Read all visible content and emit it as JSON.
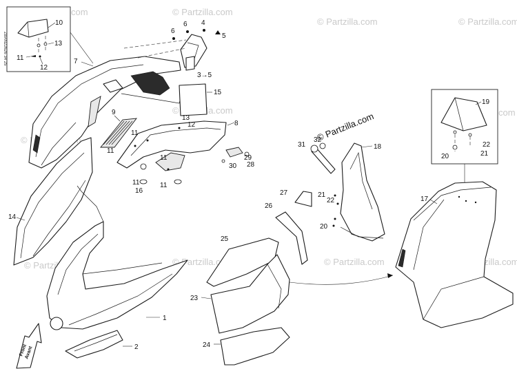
{
  "figure": {
    "code": "ZBAN22626 34 25",
    "front_label_line1": "Front",
    "front_label_line2": "Avant"
  },
  "watermark": {
    "brand": "© Partzilla.com",
    "center": "© Partzilla.com"
  },
  "callouts": {
    "c1": "1",
    "c2": "2",
    "c3": "3",
    "c3to5": "3→5",
    "c4": "4",
    "c5": "5",
    "c6a": "6",
    "c6b": "6",
    "c7": "7",
    "c8": "8",
    "c9": "9",
    "c10": "10",
    "c11a": "11",
    "c11b": "11",
    "c11c": "11",
    "c11d": "11",
    "c11e": "11",
    "c11f": "11",
    "c12a": "12",
    "c12b": "12",
    "c13a": "13",
    "c13b": "13",
    "c14": "14",
    "c15": "15",
    "c16": "16",
    "c17": "17",
    "c18": "18",
    "c19": "19",
    "c20a": "20",
    "c20b": "20",
    "c21a": "21",
    "c21b": "21",
    "c22a": "22",
    "c22b": "22",
    "c23": "23",
    "c24": "24",
    "c25": "25",
    "c26": "26",
    "c27": "27",
    "c28": "28",
    "c29": "29",
    "c30": "30",
    "c31": "31",
    "c32": "32",
    "c45": "5"
  }
}
